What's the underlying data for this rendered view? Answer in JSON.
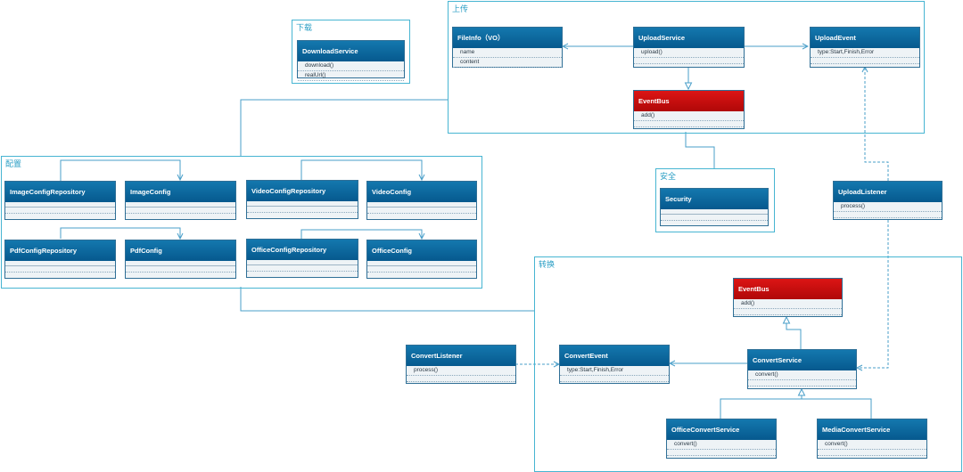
{
  "packages": {
    "download": {
      "label": "下载"
    },
    "upload": {
      "label": "上传"
    },
    "config": {
      "label": "配置"
    },
    "security": {
      "label": "安全"
    },
    "convert": {
      "label": "转换"
    }
  },
  "classes": {
    "download_service": {
      "name": "DownloadService",
      "members": [
        "download()",
        "realUrl()"
      ]
    },
    "file_info": {
      "name": "FileInfo（VO）",
      "members": [
        "name",
        "content"
      ]
    },
    "upload_service": {
      "name": "UploadService",
      "members": [
        "upload()"
      ]
    },
    "upload_event": {
      "name": "UploadEvent",
      "members": [
        "type:Start,Finish,Error"
      ]
    },
    "upload_eventbus": {
      "name": "EventBus",
      "members": [
        "add()"
      ]
    },
    "image_config_repository": {
      "name": "ImageConfigRepository"
    },
    "image_config": {
      "name": "ImageConfig"
    },
    "video_config_repository": {
      "name": "VideoConfigRepository"
    },
    "video_config": {
      "name": "VideoConfig"
    },
    "pdf_config_repository": {
      "name": "PdfConfigRepository"
    },
    "pdf_config": {
      "name": "PdfConfig"
    },
    "office_config_repository": {
      "name": "OfficeConfigRepository"
    },
    "office_config": {
      "name": "OfficeConfig"
    },
    "security": {
      "name": "Security"
    },
    "upload_listener": {
      "name": "UploadListener",
      "members": [
        "process()"
      ]
    },
    "convert_eventbus": {
      "name": "EventBus",
      "members": [
        "add()"
      ]
    },
    "convert_listener": {
      "name": "ConvertListener",
      "members": [
        "process()"
      ]
    },
    "convert_event": {
      "name": "ConvertEvent",
      "members": [
        "type:Start,Finish,Error"
      ]
    },
    "convert_service": {
      "name": "ConvertService",
      "members": [
        "convert()"
      ]
    },
    "office_convert_service": {
      "name": "OfficeConvertService",
      "members": [
        "convert()"
      ]
    },
    "media_convert_service": {
      "name": "MediaConvertService",
      "members": [
        "convert()"
      ]
    }
  },
  "colors": {
    "class_header": "#06598e",
    "eventbus_header": "#c40d0d",
    "package_border": "#47b5d2",
    "connector": "#4a9fc9"
  }
}
